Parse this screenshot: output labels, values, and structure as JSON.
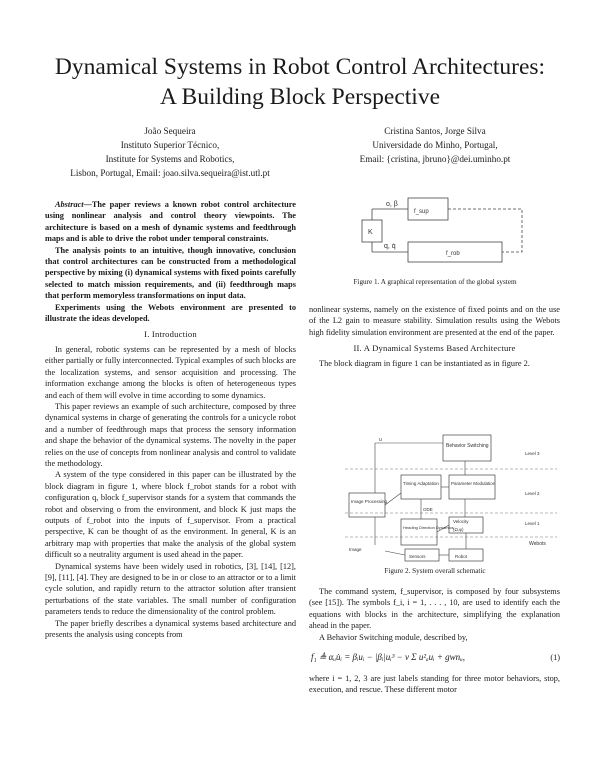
{
  "title": {
    "line1": "Dynamical Systems in Robot Control Architectures:",
    "line2": "A Building Block Perspective"
  },
  "authors": {
    "left": {
      "name": "João Sequeira",
      "affil1": "Instituto Superior Técnico,",
      "affil2": "Institute for Systems and Robotics,",
      "contact": "Lisbon, Portugal, Email: joao.silva.sequeira@ist.utl.pt"
    },
    "right": {
      "name": "Cristina Santos, Jorge Silva",
      "affil1": "Universidade do Minho, Portugal,",
      "contact": "Email: {cristina, jbruno}@dei.uminho.pt"
    }
  },
  "abstract": {
    "lead": "Abstract—",
    "p1": "The paper reviews a known robot control architecture using nonlinear analysis and control theory viewpoints. The architecture is based on a mesh of dynamic systems and feedthrough maps and is able to drive the robot under temporal constraints.",
    "p2": "The analysis points to an intuitive, though innovative, conclusion that control architectures can be constructed from a methodological perspective by mixing (i) dynamical systems with fixed points carefully selected to match mission requirements, and (ii) feedthrough maps that perform memoryless transformations on input data.",
    "p3": "Experiments using the Webots environment are presented to illustrate the ideas developed."
  },
  "sections": {
    "s1": "I. Introduction",
    "s2": "II. A Dynamical Systems Based Architecture"
  },
  "body_left": [
    "In general, robotic systems can be represented by a mesh of blocks either partially or fully interconnected. Typical examples of such blocks are the localization systems, and sensor acquisition and processing. The information exchange among the blocks is often of heterogeneous types and each of them will evolve in time according to some dynamics.",
    "This paper reviews an example of such architecture, composed by three dynamical systems in charge of generating the controls for a unicycle robot and a number of feedthrough maps that process the sensory information and shape the behavior of the dynamical systems. The novelty in the paper relies on the use of concepts from nonlinear analysis and control to validate the methodology.",
    "A system of the type considered in this paper can be illustrated by the block diagram in figure 1, where block f_robot stands for a robot with configuration q, block f_supervisor stands for a system that commands the robot and observing o from the environment, and block K just maps the outputs of f_robot into the inputs of f_supervisor. From a practical perspective, K can be thought of as the environment. In general, K is an arbitrary map with properties that make the analysis of the global system difficult so a neutrality argument is used ahead in the paper.",
    "Dynamical systems have been widely used in robotics, [3], [14], [12], [9], [11], [4]. They are designed to be in or close to an attractor or to a limit cycle solution, and rapidly return to the attractor solution after transient perturbations of the state variables. The small number of configuration parameters tends to reduce the dimensionality of the control problem.",
    "The paper briefly describes a dynamical systems based architecture and presents the analysis using concepts from"
  ],
  "body_right": {
    "p0": "nonlinear systems, namely on the existence of fixed points and on the use of the L2 gain to measure stability. Simulation results using the Webots high fidelity simulation environment are presented at the end of the paper.",
    "p1": "The block diagram in figure 1 can be instantiated as in figure 2.",
    "p2": "The command system, f_supervisor, is composed by four subsystems (see [15]). The symbols f_i, i = 1, . . . , 10, are used to identify each the equations with blocks in the architecture, simplifying the explanation ahead in the paper.",
    "p3": "A Behavior Switching module, described by,",
    "eq_lhs": "f₁ ≜ αᵤu̇ᵢ = βᵢuᵢ − |βᵢ|uᵢ³ − ν Σ u²ₐuᵢ + gwnᵤ,",
    "eq_num": "(1)",
    "p4": "where i = 1, 2, 3 are just labels standing for three motor behaviors, stop, execution, and rescue. These different motor"
  },
  "figure1": {
    "caption": "Figure 1.   A graphical representation of the global system",
    "labels": [
      "o, β",
      "f_sup",
      "K",
      "q, q̇",
      "f_rob"
    ]
  },
  "figure2": {
    "caption": "Figure 2.   System overall schematic",
    "labels": [
      "u",
      "Behavior Switching",
      "Level 3",
      "Timing Adaptation",
      "Parameter Modulation",
      "Level 2",
      "Image Processing",
      "Level 1",
      "Heading Direction Dynamics",
      "Velocity",
      "Webots",
      "Image",
      "Sensors",
      "Robot",
      "ODE",
      "(Ω,φ)"
    ]
  }
}
